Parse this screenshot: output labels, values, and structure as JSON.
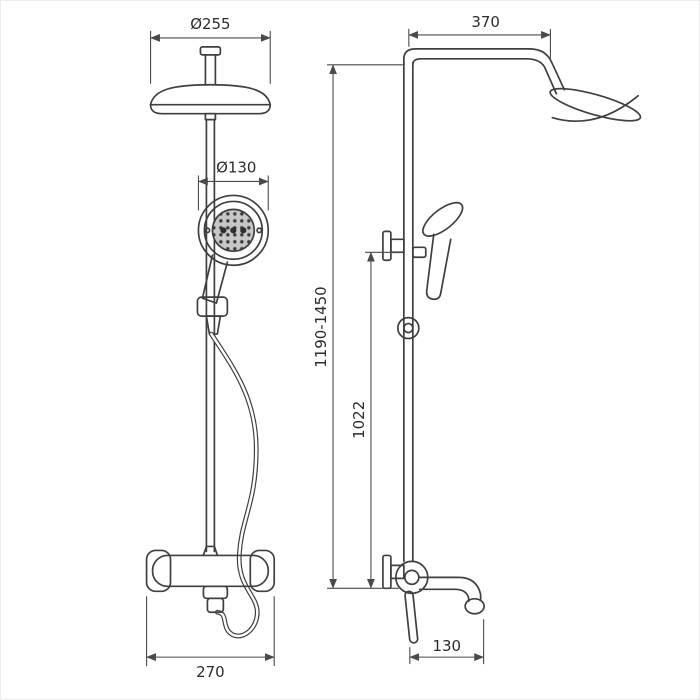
{
  "labels": {
    "overhead_diameter": "Ø255",
    "hand_shower_diameter": "Ø130",
    "top_arm_reach": "370",
    "total_height_range": "1190-1450",
    "riser_bar_height": "1022",
    "spout_projection": "130",
    "base_width": "270"
  },
  "colors": {
    "background": "#ffffff",
    "line": "#3f3f3f",
    "dimension_line": "#4a4a4a",
    "text": "#2b2b2b"
  }
}
